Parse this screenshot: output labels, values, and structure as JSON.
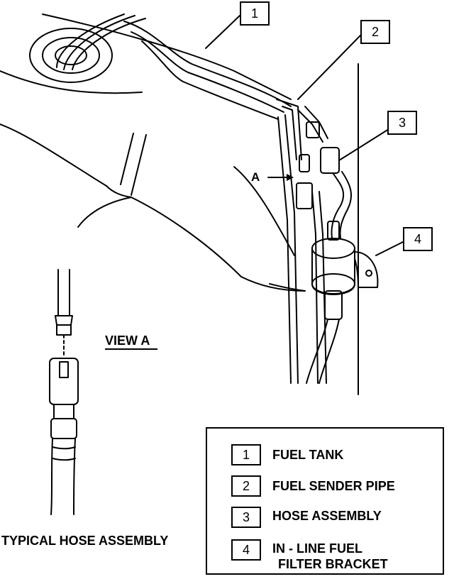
{
  "callouts": [
    "1",
    "2",
    "3",
    "4"
  ],
  "view_marker": "A",
  "view_title": "VIEW A",
  "caption": "TYPICAL HOSE ASSEMBLY",
  "legend": [
    {
      "num": "1",
      "text": "FUEL TANK"
    },
    {
      "num": "2",
      "text": "FUEL SENDER PIPE"
    },
    {
      "num": "3",
      "text": "HOSE ASSEMBLY"
    },
    {
      "num": "4",
      "line1": "IN - LINE FUEL",
      "line2": "FILTER BRACKET"
    }
  ],
  "colors": {
    "ink": "#000000",
    "paper": "#ffffff"
  }
}
